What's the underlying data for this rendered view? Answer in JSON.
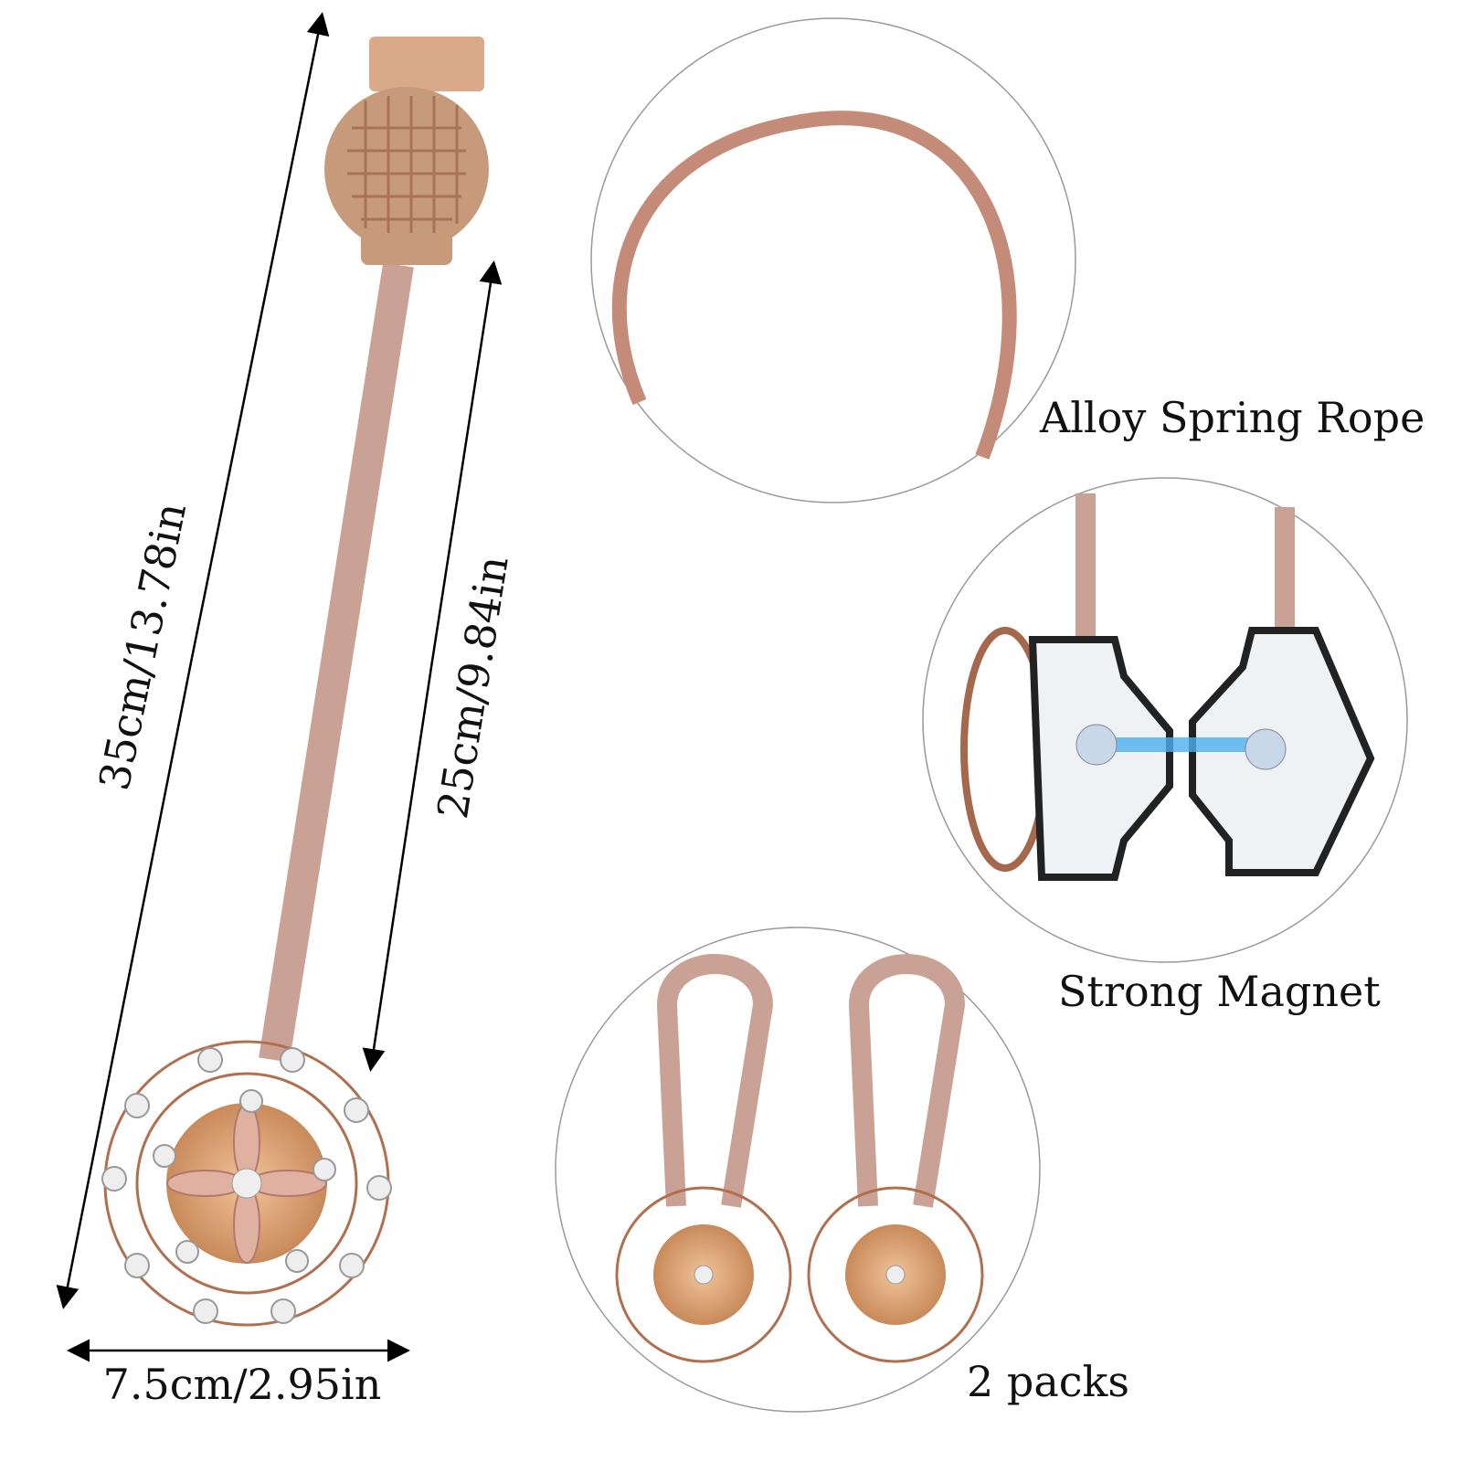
{
  "dimensions": {
    "total_length": "35cm/13.78in",
    "rope_length": "25cm/9.84in",
    "diameter": "7.5cm/2.95in"
  },
  "features": [
    {
      "label": "Alloy Spring Rope"
    },
    {
      "label": "Strong Magnet"
    },
    {
      "label": "2 packs"
    }
  ],
  "colors": {
    "rose_gold": "#c89a7c",
    "rope": "#c9a195",
    "copper": "#b07050",
    "circle": "#9a9a9a"
  }
}
